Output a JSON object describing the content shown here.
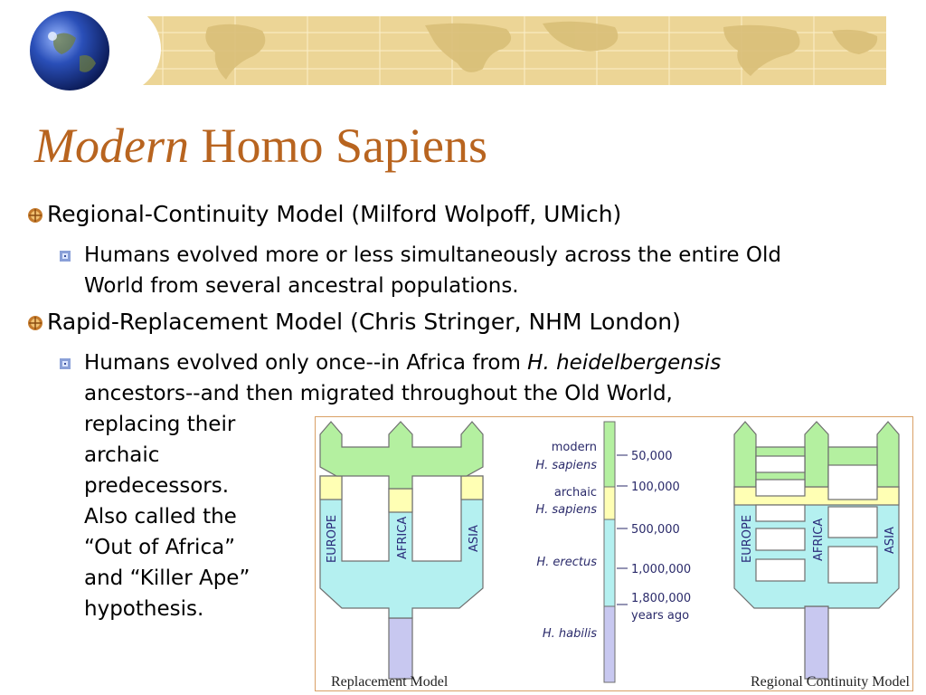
{
  "title": {
    "italic": "Modern",
    "rest": "Homo Sapiens"
  },
  "bullets": [
    {
      "text": "Regional-Continuity Model (Milford Wolpoff, UMich)",
      "sub": {
        "line1": "Humans evolved more or less simultaneously across the entire Old",
        "line2": "World from several ancestral populations."
      }
    },
    {
      "text": "Rapid-Replacement Model (Chris Stringer, NHM London)",
      "sub": {
        "line1_pre": "Humans evolved only once--in Africa from ",
        "line1_italic": "H. heidelbergensis",
        "line2": "ancestors--and then migrated throughout the Old World,",
        "wrap_lines": [
          "replacing their",
          "archaic",
          "predecessors.",
          "Also called the",
          "“Out of Africa”",
          "and “Killer Ape”",
          "hypothesis."
        ]
      }
    }
  ],
  "figure": {
    "left_caption": "Replacement Model",
    "right_caption": "Regional Continuity Model",
    "regions": {
      "europe": "EUROPE",
      "africa": "AFRICA",
      "asia": "ASIA"
    },
    "stages": [
      {
        "line1": "modern",
        "line2": "H. sapiens"
      },
      {
        "line1": "archaic",
        "line2": "H. sapiens"
      },
      {
        "line1": "H. erectus"
      },
      {
        "line1": "H. habilis"
      }
    ],
    "ticks": [
      "50,000",
      "100,000",
      "500,000",
      "1,000,000",
      "1,800,000"
    ],
    "ticks_note": "years ago",
    "colors": {
      "modern": "#b4f0a0",
      "archaic": "#ffffb4",
      "erectus": "#b4f0f0",
      "habilis": "#c8c8f0",
      "title": "#b8641f",
      "banner": "#ecd596"
    }
  }
}
